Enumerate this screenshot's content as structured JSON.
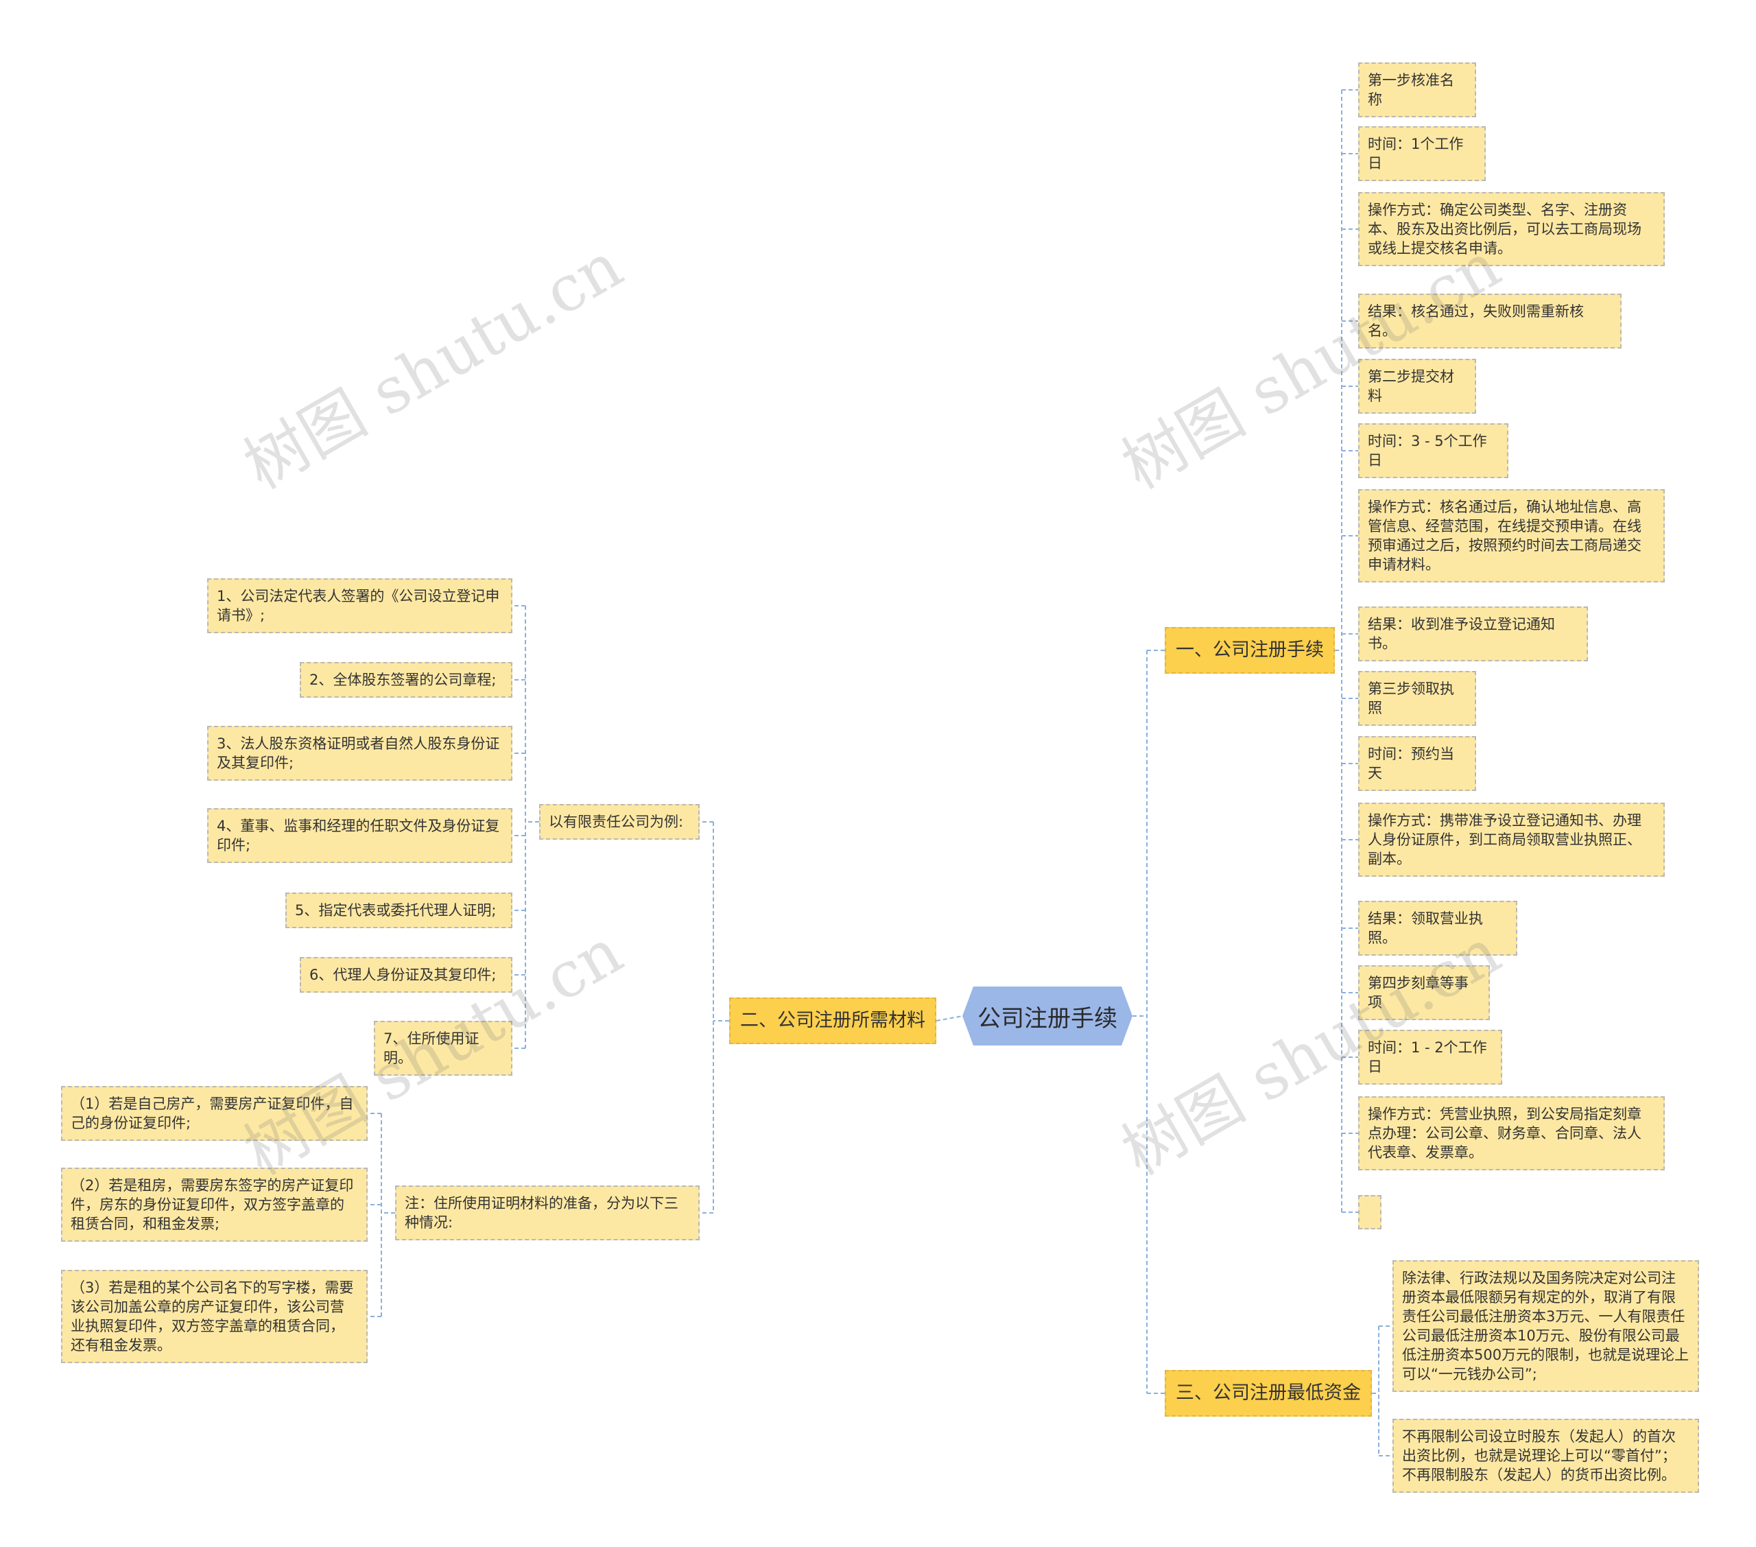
{
  "root": {
    "label": "公司注册手续",
    "color": "#9bb7e8"
  },
  "branches": {
    "b1": {
      "label": "一、公司注册手续"
    },
    "b2": {
      "label": "二、公司注册所需材料"
    },
    "b3": {
      "label": "三、公司注册最低资金"
    }
  },
  "b1_items": [
    "第一步核准名称",
    "时间：1个工作日",
    "操作方式：确定公司类型、名字、注册资本、股东及出资比例后，可以去工商局现场或线上提交核名申请。",
    "结果：核名通过，失败则需重新核名。",
    "第二步提交材料",
    "时间：3 - 5个工作日",
    "操作方式：核名通过后，确认地址信息、高管信息、经营范围，在线提交预申请。在线预审通过之后，按照预约时间去工商局递交申请材料。",
    "结果：收到准予设立登记通知书。",
    "第三步领取执照",
    "时间：预约当天",
    "操作方式：携带准予设立登记通知书、办理人身份证原件，到工商局领取营业执照正、副本。",
    "结果：领取营业执照。",
    "第四步刻章等事项",
    "时间：1 - 2个工作日",
    "操作方式：凭营业执照，到公安局指定刻章点办理：公司公章、财务章、合同章、法人代表章、发票章。",
    ""
  ],
  "b2": {
    "group1": {
      "label": "以有限责任公司为例:"
    },
    "group1_items": [
      "1、公司法定代表人签署的《公司设立登记申请书》;",
      "2、全体股东签署的公司章程;",
      "3、法人股东资格证明或者自然人股东身份证及其复印件;",
      "4、董事、监事和经理的任职文件及身份证复印件;",
      "5、指定代表或委托代理人证明;",
      "6、代理人身份证及其复印件;",
      "7、住所使用证明。"
    ],
    "group2": {
      "label": "注：住所使用证明材料的准备，分为以下三种情况:"
    },
    "group2_items": [
      "（1）若是自己房产，需要房产证复印件，自己的身份证复印件;",
      "（2）若是租房，需要房东签字的房产证复印件，房东的身份证复印件，双方签字盖章的租赁合同，和租金发票;",
      "（3）若是租的某个公司名下的写字楼，需要该公司加盖公章的房产证复印件，该公司营业执照复印件，双方签字盖章的租赁合同，还有租金发票。"
    ]
  },
  "b3_items": [
    "除法律、行政法规以及国务院决定对公司注册资本最低限额另有规定的外，取消了有限责任公司最低注册资本3万元、一人有限责任公司最低注册资本10万元、股份有限公司最低注册资本500万元的限制，也就是说理论上可以“一元钱办公司”;",
    "不再限制公司设立时股东（发起人）的首次出资比例，也就是说理论上可以“零首付”；不再限制股东（发起人）的货币出资比例。"
  ],
  "watermark": "树图 shutu.cn",
  "colors": {
    "leaf": "#fde8a3",
    "branch": "#fccf4c",
    "line": "#8ab0dc"
  }
}
